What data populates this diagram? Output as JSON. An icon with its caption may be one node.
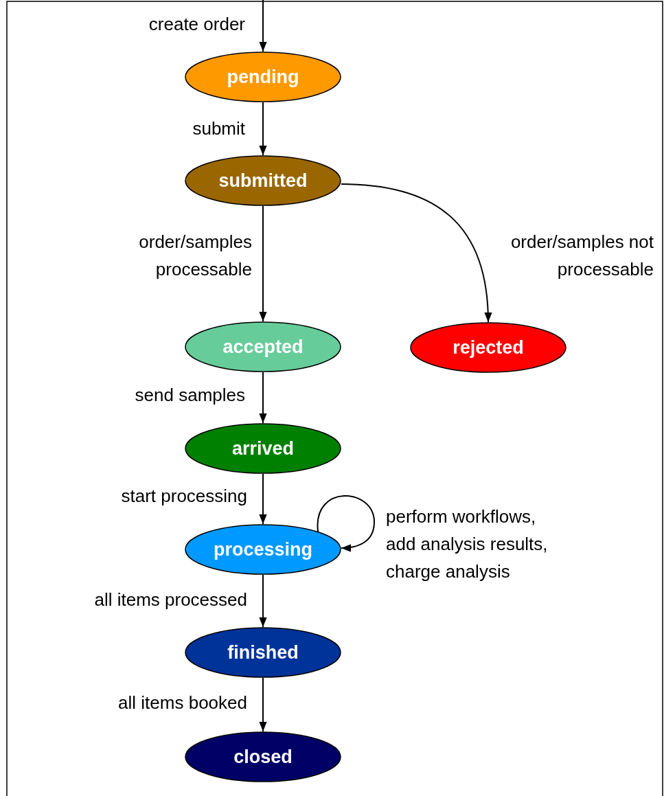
{
  "diagram": {
    "nodes": [
      {
        "text": [
          "pending"
        ]
      },
      {
        "text": [
          "submitted"
        ]
      },
      {
        "text": [
          "accepted"
        ]
      },
      {
        "text": [
          "rejected"
        ]
      },
      {
        "text": [
          "arrived"
        ]
      },
      {
        "text": [
          "processing"
        ]
      },
      {
        "text": [
          "finished"
        ]
      },
      {
        "text": [
          "closed"
        ]
      }
    ],
    "edges": [
      {
        "from": null,
        "to": 0,
        "arrow": "to",
        "label": "create order"
      },
      {
        "from": 0,
        "to": 1,
        "arrow": "to",
        "label": "submit"
      },
      {
        "from": 1,
        "to": 2,
        "arrow": "to",
        "label": "order/samples processable"
      },
      {
        "from": 1,
        "to": 3,
        "arrow": "to",
        "label": "order/samples not processable"
      },
      {
        "from": 2,
        "to": 4,
        "arrow": "to",
        "label": "send samples"
      },
      {
        "from": 4,
        "to": 5,
        "arrow": "to",
        "label": "start processing"
      },
      {
        "from": 5,
        "to": 5,
        "arrow": "to",
        "label": "perform workflows, add analysis results, charge analysis"
      },
      {
        "from": 5,
        "to": 6,
        "arrow": "to",
        "label": "all items processed"
      },
      {
        "from": 6,
        "to": 7,
        "arrow": "to",
        "label": "all items booked"
      }
    ]
  }
}
